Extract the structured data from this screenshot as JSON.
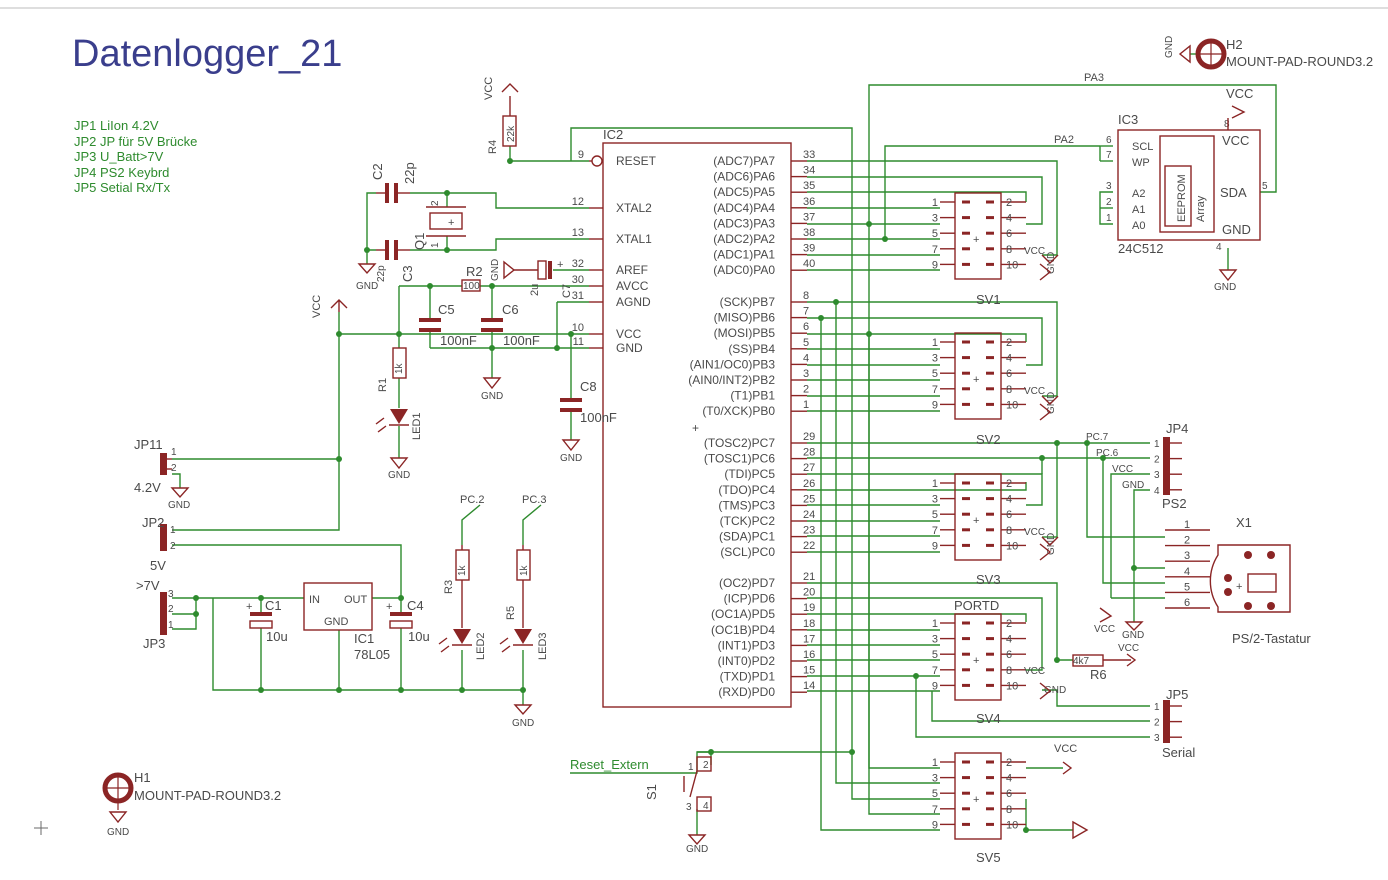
{
  "title": "Datenlogger_21",
  "notes": [
    "JP1 LiIon 4.2V",
    "JP2 JP für 5V Brücke",
    "JP3 U_Batt>7V",
    "JP4 PS2 Keybrd",
    "JP5 Setial Rx/Tx"
  ],
  "reset_extern": "Reset_Extern",
  "labels": {
    "vcc": "VCC",
    "gnd": "GND",
    "ic2": "IC2",
    "ic1": "IC1",
    "ic1_type": "78L05",
    "ic1_in": "IN",
    "ic1_out": "OUT",
    "ic1_gnd": "GND",
    "ic3": "IC3",
    "ic3_type": "24C512",
    "ic3_scl": "SCL",
    "ic3_wp": "WP",
    "ic3_a2": "A2",
    "ic3_a1": "A1",
    "ic3_a0": "A0",
    "ic3_vcc": "VCC",
    "ic3_sda": "SDA",
    "ic3_gnd": "GND",
    "ic3_array1": "EEPROM",
    "ic3_array2": "Array",
    "r1": "R1",
    "r1_val": "1k",
    "r2": "R2",
    "r2_val": "100",
    "r3": "R3",
    "r3_val": "1k",
    "r4": "R4",
    "r4_val": "22k",
    "r5": "R5",
    "r5_val": "1k",
    "r6": "R6",
    "r6_val": "4k7",
    "c1": "C1",
    "c1_val": "10u",
    "c2": "C2",
    "c2_val": "22p",
    "c3": "C3",
    "c3_val": "22p",
    "c4": "C4",
    "c4_val": "10u",
    "c5": "C5",
    "c5_val": "100nF",
    "c6": "C6",
    "c6_val": "100nF",
    "c7": "C7",
    "c7_val": "2u",
    "c8": "C8",
    "c8_val": "100nF",
    "q1": "Q1",
    "led1": "LED1",
    "led2": "LED2",
    "led3": "LED3",
    "jp11": "JP11",
    "jp11_val": "4.2V",
    "jp2": "JP2",
    "jp2_val": "5V",
    "jp3": "JP3",
    "jp3_val": ">7V",
    "jp4": "JP4",
    "jp4_val": "PS2",
    "jp5": "JP5",
    "jp5_val": "Serial",
    "x1": "X1",
    "x1_val": "PS/2-Tastatur",
    "sv1": "SV1",
    "sv2": "SV2",
    "sv3": "SV3",
    "sv4": "SV4",
    "sv5": "SV5",
    "portd": "PORTD",
    "h1": "H1",
    "h2": "H2",
    "h_val": "MOUNT-PAD-ROUND3.2",
    "s1": "S1",
    "pa3": "PA3",
    "pa2": "PA2",
    "pc2": "PC.2",
    "pc3": "PC.3",
    "pc7": "PC.7",
    "pc6": "PC.6"
  },
  "ic2_left_pins": [
    {
      "num": "9",
      "name": "RESET"
    },
    {
      "num": "12",
      "name": "XTAL2"
    },
    {
      "num": "13",
      "name": "XTAL1"
    },
    {
      "num": "32",
      "name": "AREF"
    },
    {
      "num": "30",
      "name": "AVCC"
    },
    {
      "num": "31",
      "name": "AGND"
    },
    {
      "num": "10",
      "name": "VCC"
    },
    {
      "num": "11",
      "name": "GND"
    }
  ],
  "ic2_right_pins": [
    {
      "num": "33",
      "name": "(ADC7)PA7"
    },
    {
      "num": "34",
      "name": "(ADC6)PA6"
    },
    {
      "num": "35",
      "name": "(ADC5)PA5"
    },
    {
      "num": "36",
      "name": "(ADC4)PA4"
    },
    {
      "num": "37",
      "name": "(ADC3)PA3"
    },
    {
      "num": "38",
      "name": "(ADC2)PA2"
    },
    {
      "num": "39",
      "name": "(ADC1)PA1"
    },
    {
      "num": "40",
      "name": "(ADC0)PA0"
    },
    {
      "num": "8",
      "name": "(SCK)PB7"
    },
    {
      "num": "7",
      "name": "(MISO)PB6"
    },
    {
      "num": "6",
      "name": "(MOSI)PB5"
    },
    {
      "num": "5",
      "name": "(SS)PB4"
    },
    {
      "num": "4",
      "name": "(AIN1/OC0)PB3"
    },
    {
      "num": "3",
      "name": "(AIN0/INT2)PB2"
    },
    {
      "num": "2",
      "name": "(T1)PB1"
    },
    {
      "num": "1",
      "name": "(T0/XCK)PB0"
    },
    {
      "num": "29",
      "name": "(TOSC2)PC7"
    },
    {
      "num": "28",
      "name": "(TOSC1)PC6"
    },
    {
      "num": "27",
      "name": "(TDI)PC5"
    },
    {
      "num": "26",
      "name": "(TDO)PC4"
    },
    {
      "num": "25",
      "name": "(TMS)PC3"
    },
    {
      "num": "24",
      "name": "(TCK)PC2"
    },
    {
      "num": "23",
      "name": "(SDA)PC1"
    },
    {
      "num": "22",
      "name": "(SCL)PC0"
    },
    {
      "num": "21",
      "name": "(OC2)PD7"
    },
    {
      "num": "20",
      "name": "(ICP)PD6"
    },
    {
      "num": "19",
      "name": "(OC1A)PD5"
    },
    {
      "num": "18",
      "name": "(OC1B)PD4"
    },
    {
      "num": "17",
      "name": "(INT1)PD3"
    },
    {
      "num": "16",
      "name": "(INT0)PD2"
    },
    {
      "num": "15",
      "name": "(TXD)PD1"
    },
    {
      "num": "14",
      "name": "(RXD)PD0"
    }
  ],
  "header_pins": {
    "left": [
      "1",
      "3",
      "5",
      "7",
      "9"
    ],
    "right": [
      "2",
      "4",
      "6",
      "8",
      "10"
    ]
  },
  "ic3_pins": {
    "scl": "6",
    "wp": "7",
    "a2": "3",
    "a1": "2",
    "a0": "1",
    "vcc": "8",
    "sda": "5",
    "gnd": "4"
  },
  "x1_pins": [
    "1",
    "2",
    "3",
    "4",
    "5",
    "6"
  ],
  "jp4_pins": [
    "1",
    "2",
    "3",
    "4"
  ],
  "jp5_pins": [
    "1",
    "2",
    "3"
  ],
  "jp3_pins": [
    "3",
    "2",
    "1"
  ],
  "jp_pins": [
    "1",
    "2"
  ],
  "s1_pins": [
    "1",
    "2",
    "3",
    "4"
  ],
  "q1_pins": [
    "2",
    "1"
  ]
}
